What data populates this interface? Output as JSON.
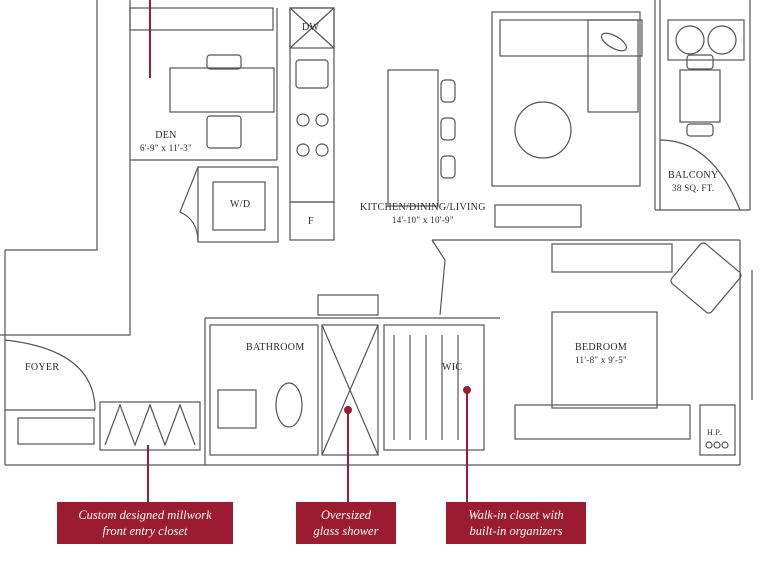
{
  "rooms": {
    "den": {
      "name": "DEN",
      "dims": "6'-9\" x 11'-3\""
    },
    "kitchen": {
      "name": "KITCHEN/DINING/LIVING",
      "dims": "14'-10\" x 10'-9\""
    },
    "balcony": {
      "name": "BALCONY",
      "dims": "38 SQ. FT."
    },
    "bedroom": {
      "name": "BEDROOM",
      "dims": "11'-8\" x 9'-5\""
    },
    "foyer": {
      "name": "FOYER"
    },
    "bathroom": {
      "name": "BATHROOM"
    },
    "wic": {
      "name": "WIC"
    }
  },
  "fixtures": {
    "dw": "DW",
    "wd": "W/D",
    "fridge": "F",
    "hp": "H.P."
  },
  "callouts": [
    {
      "line1": "Custom designed millwork",
      "line2": "front entry closet"
    },
    {
      "line1": "Oversized",
      "line2": "glass shower"
    },
    {
      "line1": "Walk-in closet with",
      "line2": "built-in organizers"
    }
  ],
  "colors": {
    "accent": "#9b1b30",
    "wall": "#555555",
    "line": "#444444"
  }
}
